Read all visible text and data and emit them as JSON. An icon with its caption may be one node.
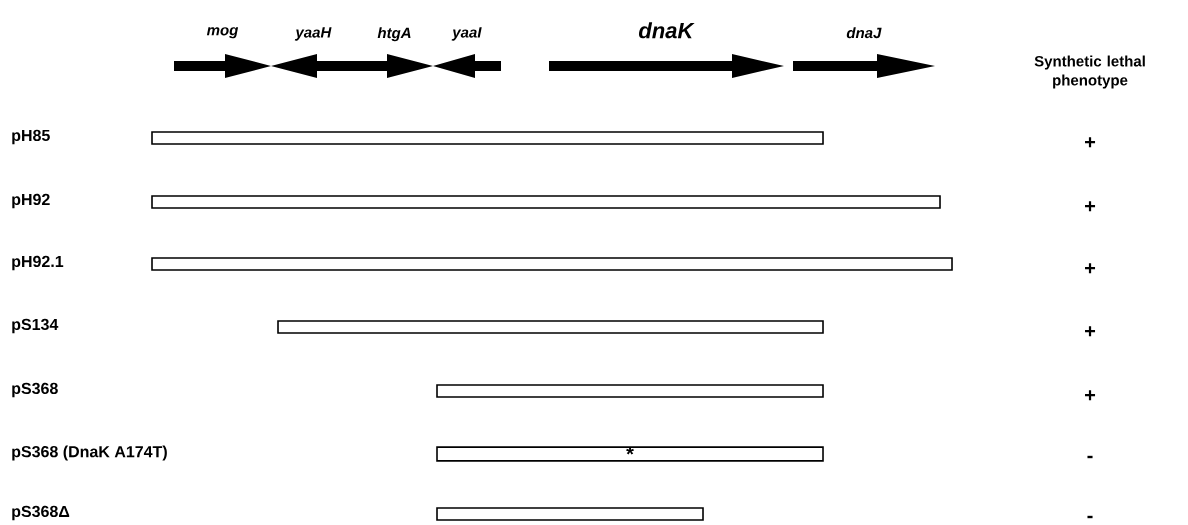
{
  "diagram": {
    "nodes": [
      {
        "text": [
          "*mog*"
        ]
      },
      {
        "text": [
          "*yaaH*"
        ]
      },
      {
        "text": [
          "*htgA*"
        ]
      },
      {
        "text": [
          "*yaaI*"
        ]
      },
      {
        "text": [
          "*dnaK*"
        ]
      },
      {
        "text": [
          "*dnaJ*"
        ]
      },
      {
        "text": [],
        "shape": "bar"
      },
      {
        "text": [],
        "shape": "bar"
      },
      {
        "text": [],
        "shape": "bar"
      },
      {
        "text": [],
        "shape": "bar"
      },
      {
        "text": [],
        "shape": "bar"
      },
      {
        "text": [
          "*"
        ]
      },
      {
        "text": [],
        "shape": "bar"
      }
    ],
    "labels": [
      "Synthetic lethal phenotype",
      "pH85",
      "+",
      "pH92",
      "+",
      "pH92.1",
      "+",
      "pS134",
      "+",
      "pS368",
      "+",
      "pS368 (DnaK A174T)",
      "-",
      "pS368Δ",
      "-"
    ]
  }
}
